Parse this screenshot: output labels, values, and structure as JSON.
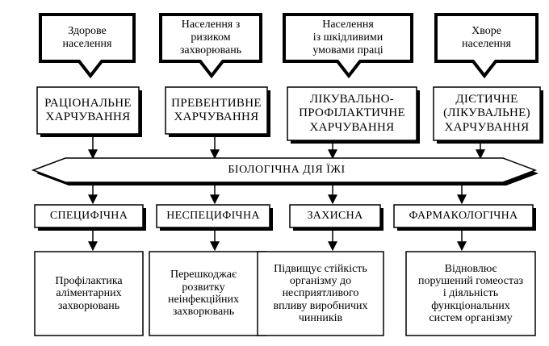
{
  "populations": [
    {
      "label": "Здорове\nнаселення"
    },
    {
      "label": "Населення з\nризиком\nзахворювань"
    },
    {
      "label": "Населення\nіз шкідливими\nумовами праці"
    },
    {
      "label": "Хворе\nнаселення"
    }
  ],
  "nutrition_types": [
    {
      "label": "РАЦІОНАЛЬНЕ\nХАРЧУВАННЯ"
    },
    {
      "label": "ПРЕВЕНТИВНЕ\nХАРЧУВАННЯ"
    },
    {
      "label": "ЛІКУВАЛЬНО-\nПРОФІЛАКТИЧНЕ\nХАРЧУВАННЯ"
    },
    {
      "label": "ДІЄТИЧНЕ\n(ЛІКУВАЛЬНЕ)\nХАРЧУВАННЯ"
    }
  ],
  "central_arrow": {
    "label": "БІОЛОГІЧНА ДІЯ ЇЖІ"
  },
  "action_types": [
    {
      "label": "СПЕЦИФІЧНА"
    },
    {
      "label": "НЕСПЕЦИФІЧНА"
    },
    {
      "label": "ЗАХИСНА"
    },
    {
      "label": "ФАРМАКОЛОГІЧНА"
    }
  ],
  "effects": [
    {
      "label": "Профілактика\nаліментарних\nзахворювань"
    },
    {
      "label": "Перешкоджає\nрозвитку\nнеінфекційних\nзахворювань"
    },
    {
      "label": "Підвищує стійкість\nорганізму до\nнесприятливого\nвпливу виробничих\nчинників"
    },
    {
      "label": "Відновлює\nпорушений гомеостаз\nі діяльність\nфункціональних\nсистем організму"
    }
  ]
}
